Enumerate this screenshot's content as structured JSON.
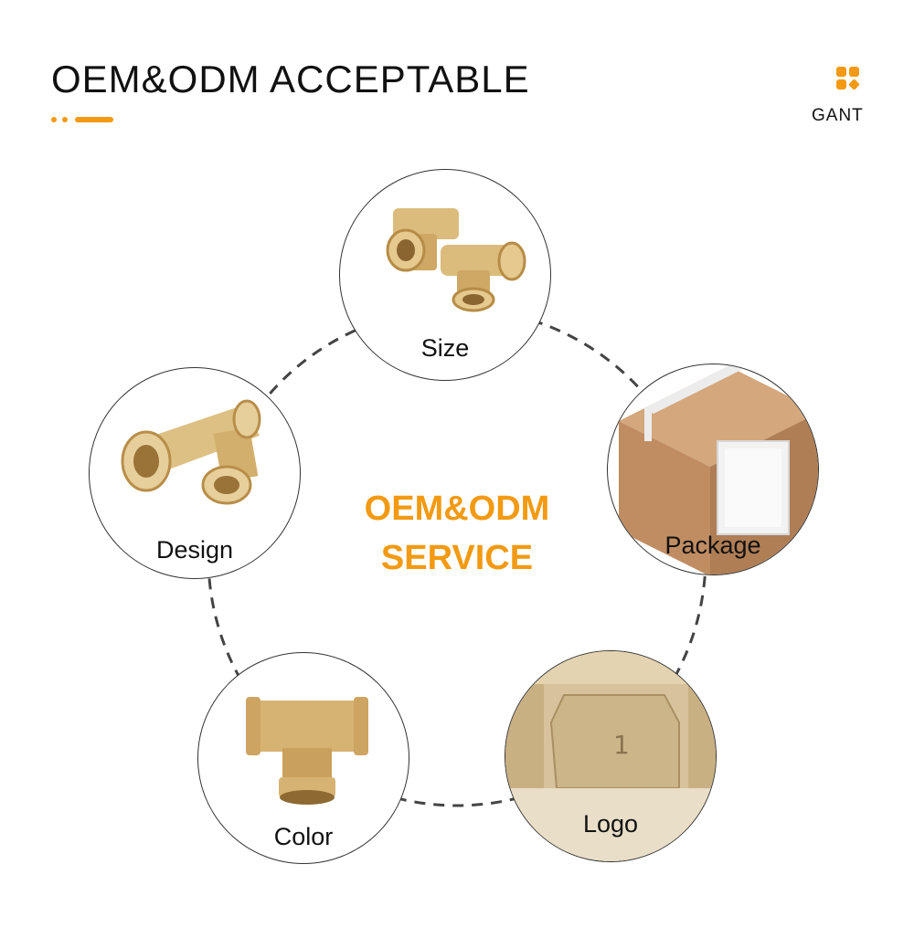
{
  "header": {
    "title": "OEM&ODM ACCEPTABLE",
    "brand": "GANT"
  },
  "center": {
    "line1": "OEM&ODM",
    "line2": "SERVICE"
  },
  "items": [
    {
      "label": "Size"
    },
    {
      "label": "Package"
    },
    {
      "label": "Logo"
    },
    {
      "label": "Color"
    },
    {
      "label": "Design"
    }
  ],
  "colors": {
    "accent": "#f39a12",
    "brass": "#d9b774",
    "box": "#c99870"
  }
}
